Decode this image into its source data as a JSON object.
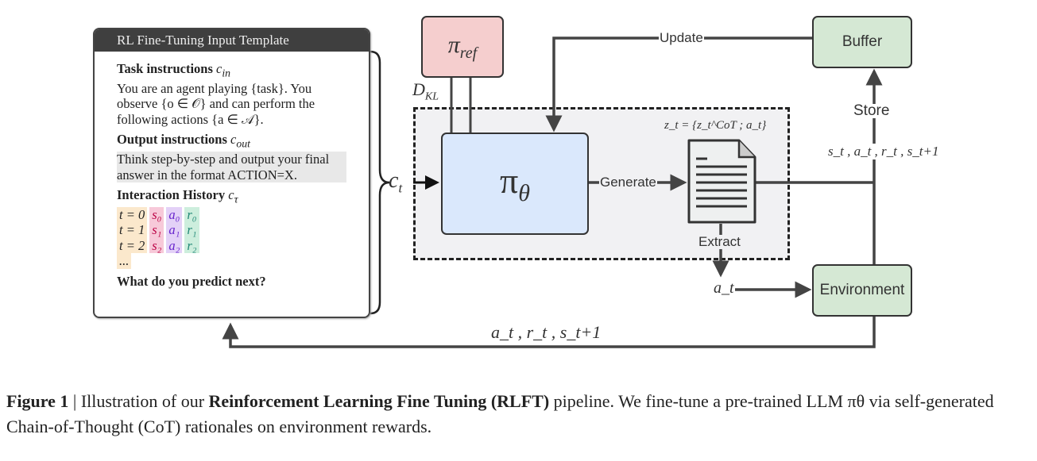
{
  "template": {
    "title": "RL Fine-Tuning Input Template",
    "task_heading": "Task instructions",
    "task_symbol": "c",
    "task_sub": "in",
    "task_text": "You are an agent playing {task}. You observe {o ∈ 𝒪} and can perform the following actions {a ∈ 𝒜}.",
    "output_heading": "Output instructions",
    "output_symbol": "c",
    "output_sub": "out",
    "output_text": "Think step-by-step and output your final answer in the format ACTION=X.",
    "history_heading": "Interaction History",
    "history_symbol": "c",
    "history_sub": "τ",
    "history_rows": [
      {
        "t": "t = 0",
        "s": "s₀",
        "a": "a₀",
        "r": "r₀"
      },
      {
        "t": "t = 1",
        "s": "s₁",
        "a": "a₁",
        "r": "r₁"
      },
      {
        "t": "t = 2",
        "s": "s₂",
        "a": "a₂",
        "r": "r₂"
      }
    ],
    "ellipsis": "...",
    "question": "What do you predict next?"
  },
  "diagram": {
    "ct_label": "c",
    "ct_sub": "t",
    "pi_ref": "π",
    "pi_ref_sub": "ref",
    "dkl": "D",
    "dkl_sub": "KL",
    "pi_theta": "π",
    "pi_theta_sub": "θ",
    "generate": "Generate",
    "zt_label": "z_t = {z_t^CoT ; a_t}",
    "extract": "Extract",
    "at_label": "a_t",
    "update": "Update",
    "buffer": "Buffer",
    "store": "Store",
    "transition_label": "s_t , a_t , r_t , s_t+1",
    "environment": "Environment",
    "feedback_label": "a_t , r_t , s_t+1"
  },
  "colors": {
    "pi_ref": "#f5cece",
    "pi_theta": "#dae8fc",
    "green": "#d5e8d4",
    "dashed_bg": "#f1f1f3"
  },
  "caption": {
    "fig": "Figure 1",
    "sep": " | ",
    "pre": "Illustration of our ",
    "bold": "Reinforcement Learning Fine Tuning (RLFT)",
    "post": " pipeline. We fine-tune a pre-trained LLM πθ via self-generated Chain-of-Thought (CoT) rationales on environment rewards."
  }
}
